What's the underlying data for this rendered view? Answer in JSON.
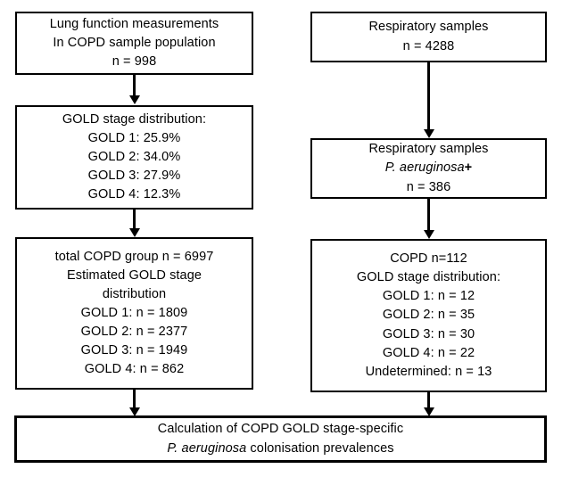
{
  "diagram": {
    "title": "COPD GOLD stage and P. aeruginosa colonisation flowchart",
    "colors": {
      "background": "#ffffff",
      "stroke": "#000000",
      "text": "#000000"
    },
    "left_column": {
      "box1": {
        "name": "lung-function-measurements",
        "lines": [
          "Lung function measurements",
          "In COPD sample population",
          "n = 998"
        ]
      },
      "box2": {
        "name": "gold-stage-distribution",
        "lines": [
          "GOLD stage distribution:",
          "GOLD 1: 25.9%",
          "GOLD 2: 34.0%",
          "GOLD 3: 27.9%",
          "GOLD 4: 12.3%"
        ]
      },
      "box3": {
        "name": "total-copd-group-estimated",
        "lines": [
          "total COPD group n = 6997",
          "Estimated GOLD stage",
          "distribution",
          "GOLD 1: n = 1809",
          "GOLD 2: n = 2377",
          "GOLD 3: n = 1949",
          "GOLD 4: n = 862"
        ]
      }
    },
    "right_column": {
      "box1": {
        "name": "respiratory-samples-total",
        "lines": [
          "Respiratory samples",
          "n = 4288"
        ]
      },
      "box2": {
        "name": "respiratory-samples-pa-positive",
        "line1": "Respiratory samples",
        "line2_species": "P. aeruginosa",
        "line2_sign": "+",
        "line3": "n = 386"
      },
      "box3": {
        "name": "copd-pa-positive-gold-distribution",
        "lines": [
          "COPD n=112",
          "GOLD stage distribution:",
          "GOLD 1: n = 12",
          "GOLD 2: n = 35",
          "GOLD 3: n = 30",
          "GOLD 4: n = 22",
          "Undetermined: n = 13"
        ]
      }
    },
    "bottom_box": {
      "name": "calculation-of-prevalences",
      "line1": "Calculation of COPD GOLD stage-specific",
      "line2_species": "P. aeruginosa",
      "line2_rest": " colonisation prevalences"
    },
    "chart_data": {
      "type": "diagram",
      "flow": "two parallel branches (lung function cohort, respiratory samples) merging into a final calculation box",
      "nodes": [
        {
          "id": "L1",
          "column": "left",
          "n": 998,
          "label": "Lung function measurements In COPD sample population"
        },
        {
          "id": "L2",
          "column": "left",
          "label": "GOLD stage distribution",
          "percentages": {
            "GOLD 1": 25.9,
            "GOLD 2": 34.0,
            "GOLD 3": 27.9,
            "GOLD 4": 12.3
          }
        },
        {
          "id": "L3",
          "column": "left",
          "n": 6997,
          "label": "total COPD group, Estimated GOLD stage distribution",
          "counts": {
            "GOLD 1": 1809,
            "GOLD 2": 2377,
            "GOLD 3": 1949,
            "GOLD 4": 862
          }
        },
        {
          "id": "R1",
          "column": "right",
          "n": 4288,
          "label": "Respiratory samples"
        },
        {
          "id": "R2",
          "column": "right",
          "n": 386,
          "label": "Respiratory samples P. aeruginosa +"
        },
        {
          "id": "R3",
          "column": "right",
          "n": 112,
          "label": "COPD GOLD stage distribution",
          "counts": {
            "GOLD 1": 12,
            "GOLD 2": 35,
            "GOLD 3": 30,
            "GOLD 4": 22,
            "Undetermined": 13
          }
        },
        {
          "id": "B1",
          "column": "both",
          "label": "Calculation of COPD GOLD stage-specific P. aeruginosa colonisation prevalences"
        }
      ],
      "edges": [
        {
          "from": "L1",
          "to": "L2"
        },
        {
          "from": "L2",
          "to": "L3"
        },
        {
          "from": "L3",
          "to": "B1"
        },
        {
          "from": "R1",
          "to": "R2"
        },
        {
          "from": "R2",
          "to": "R3"
        },
        {
          "from": "R3",
          "to": "B1"
        }
      ]
    }
  }
}
